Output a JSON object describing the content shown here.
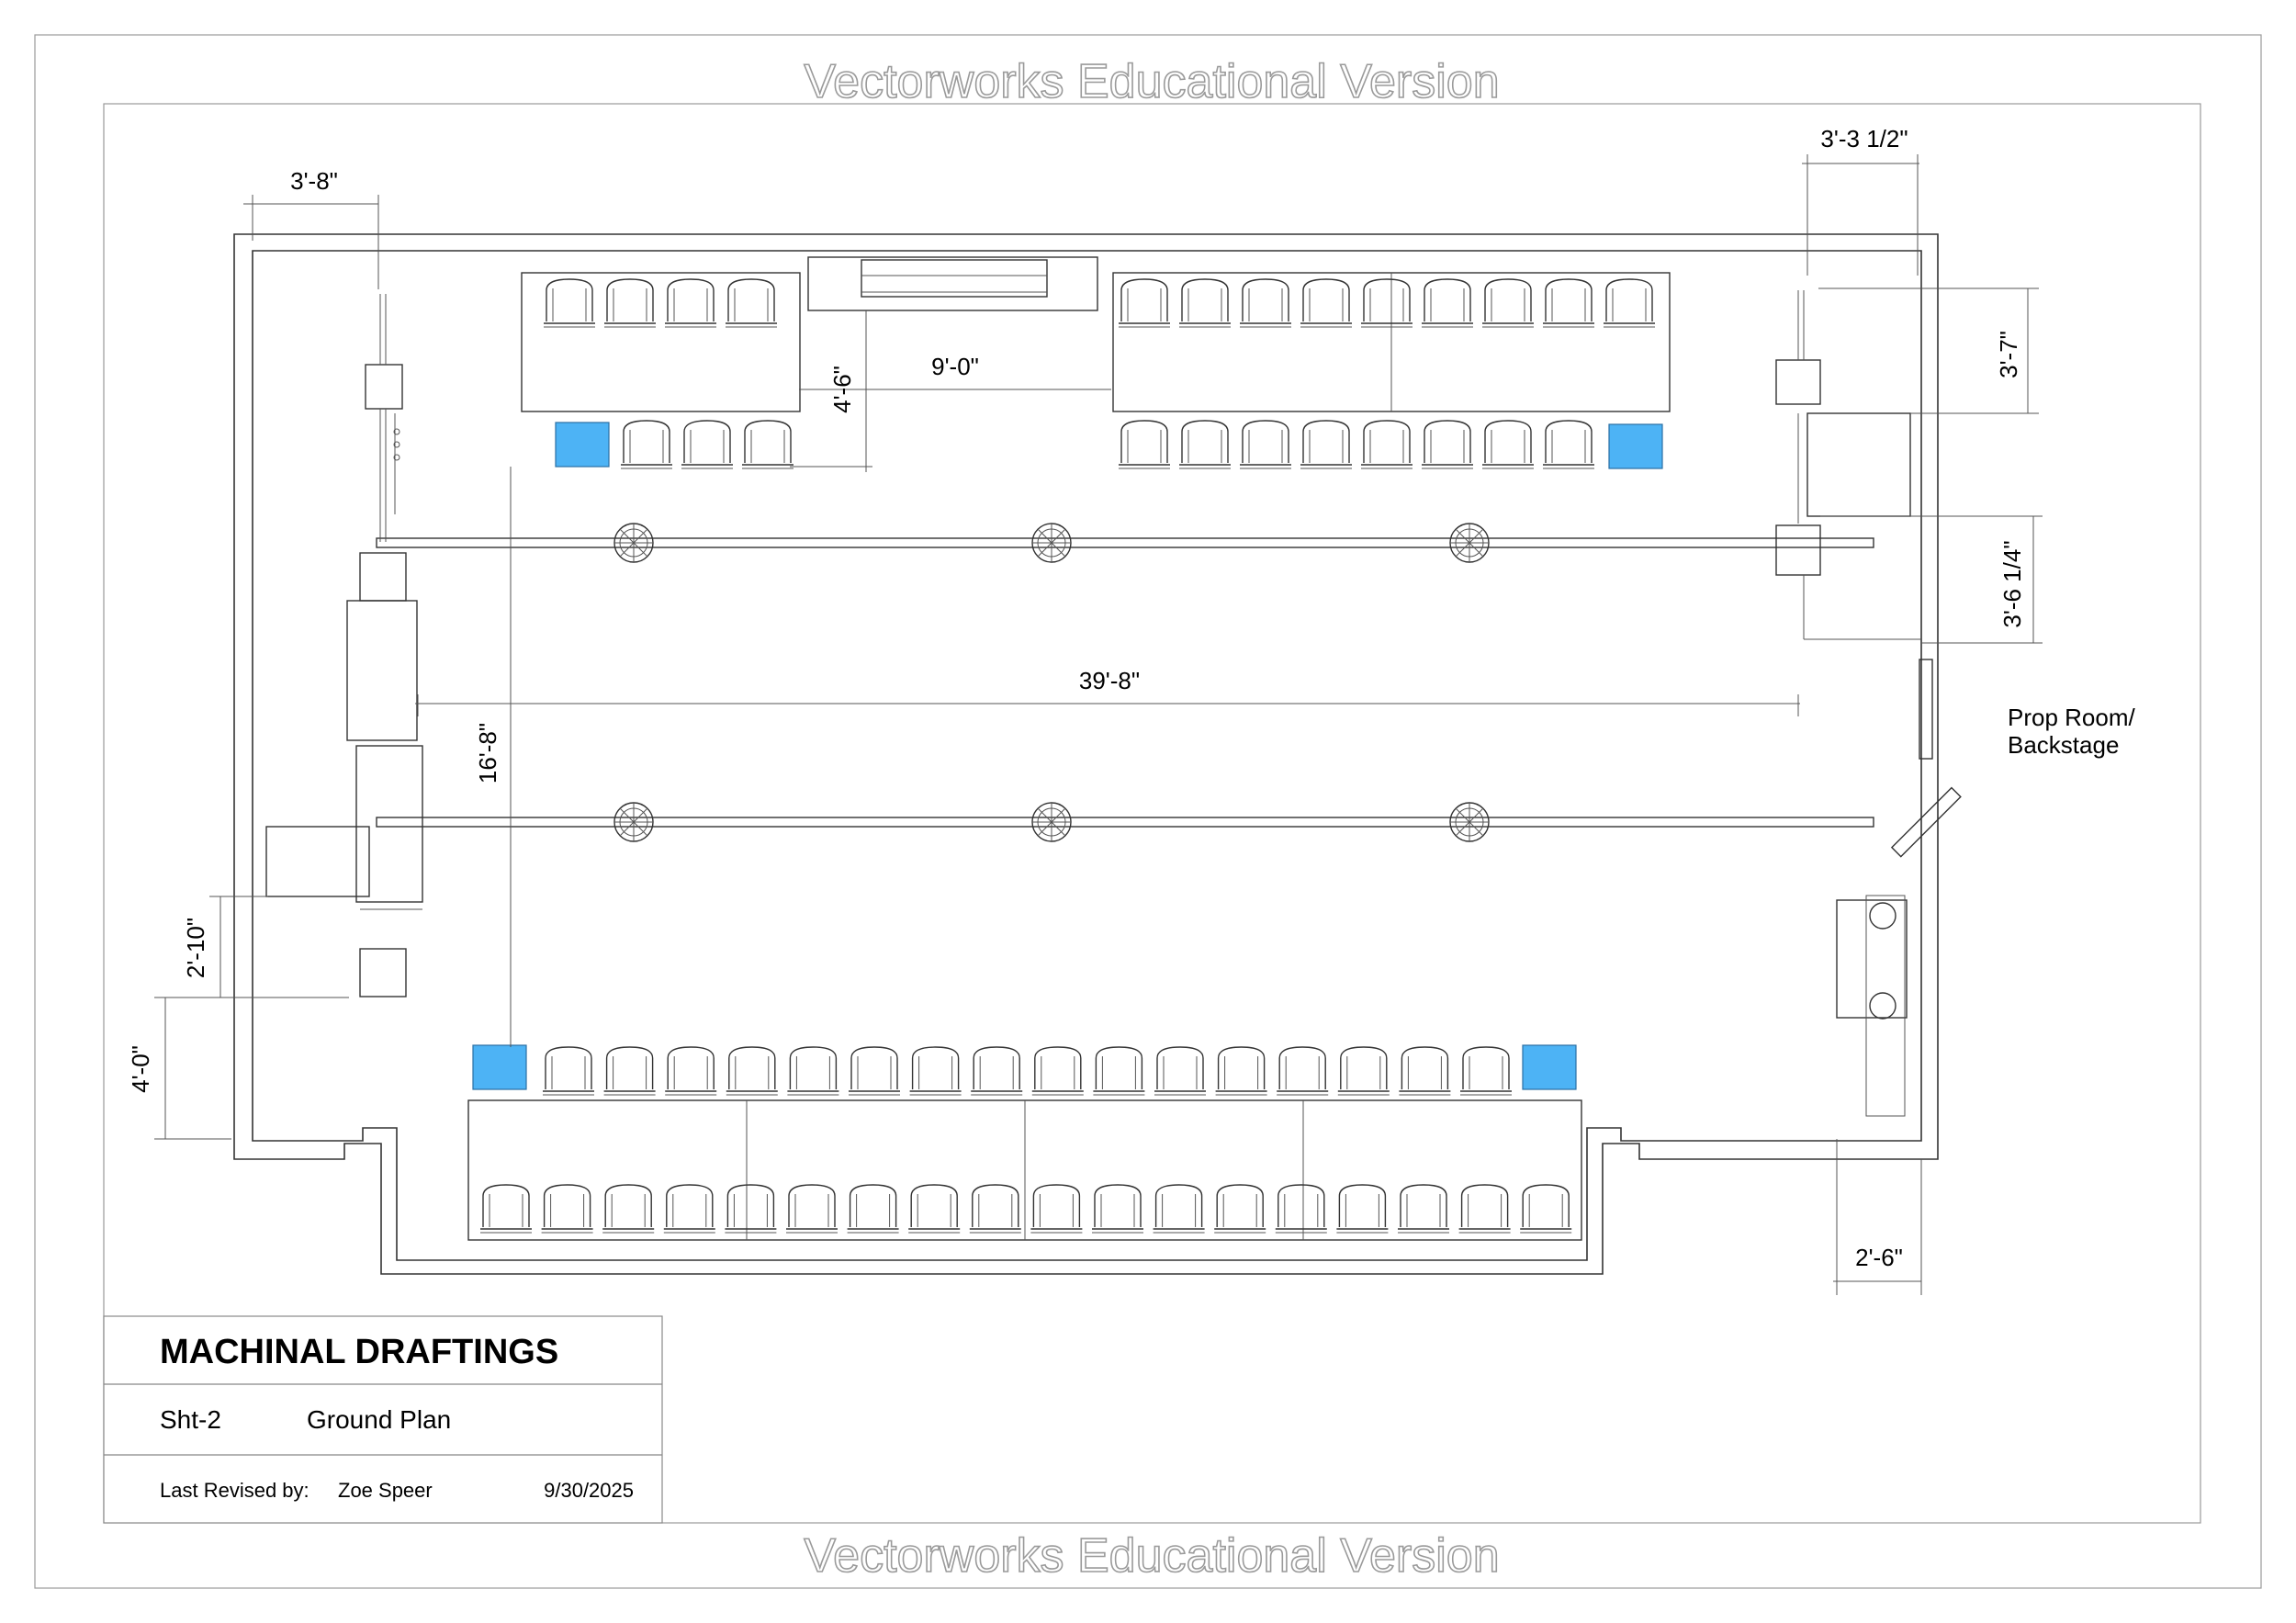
{
  "watermark": "Vectorworks Educational Version",
  "title_block": {
    "title": "MACHINAL DRAFTINGS",
    "sheet": "Sht-2",
    "sheet_name": "Ground Plan",
    "revised_label": "Last Revised by:",
    "revised_by": "Zoe Speer",
    "date": "9/30/2025"
  },
  "room_label_line1": "Prop Room/",
  "room_label_line2": "Backstage",
  "dimensions": {
    "d_3_8": "3'-8\"",
    "d_3_3half": "3'-3 1/2\"",
    "d_3_7": "3'-7\"",
    "d_9_0": "9'-0\"",
    "d_4_6": "4'-6\"",
    "d_3_6q": "3'-6 1/4\"",
    "d_39_8": "39'-8\"",
    "d_16_8": "16'-8\"",
    "d_2_10": "2'-10\"",
    "d_4_0": "4'-0\"",
    "d_2_6": "2'-6\""
  },
  "icons": {
    "chair": "chair-icon",
    "light": "stage-light-icon",
    "marker": "blue-marker-icon"
  },
  "colors": {
    "marker": "#4db3f5",
    "line": "#333333",
    "watermark_outline": "#9a9a9a"
  }
}
